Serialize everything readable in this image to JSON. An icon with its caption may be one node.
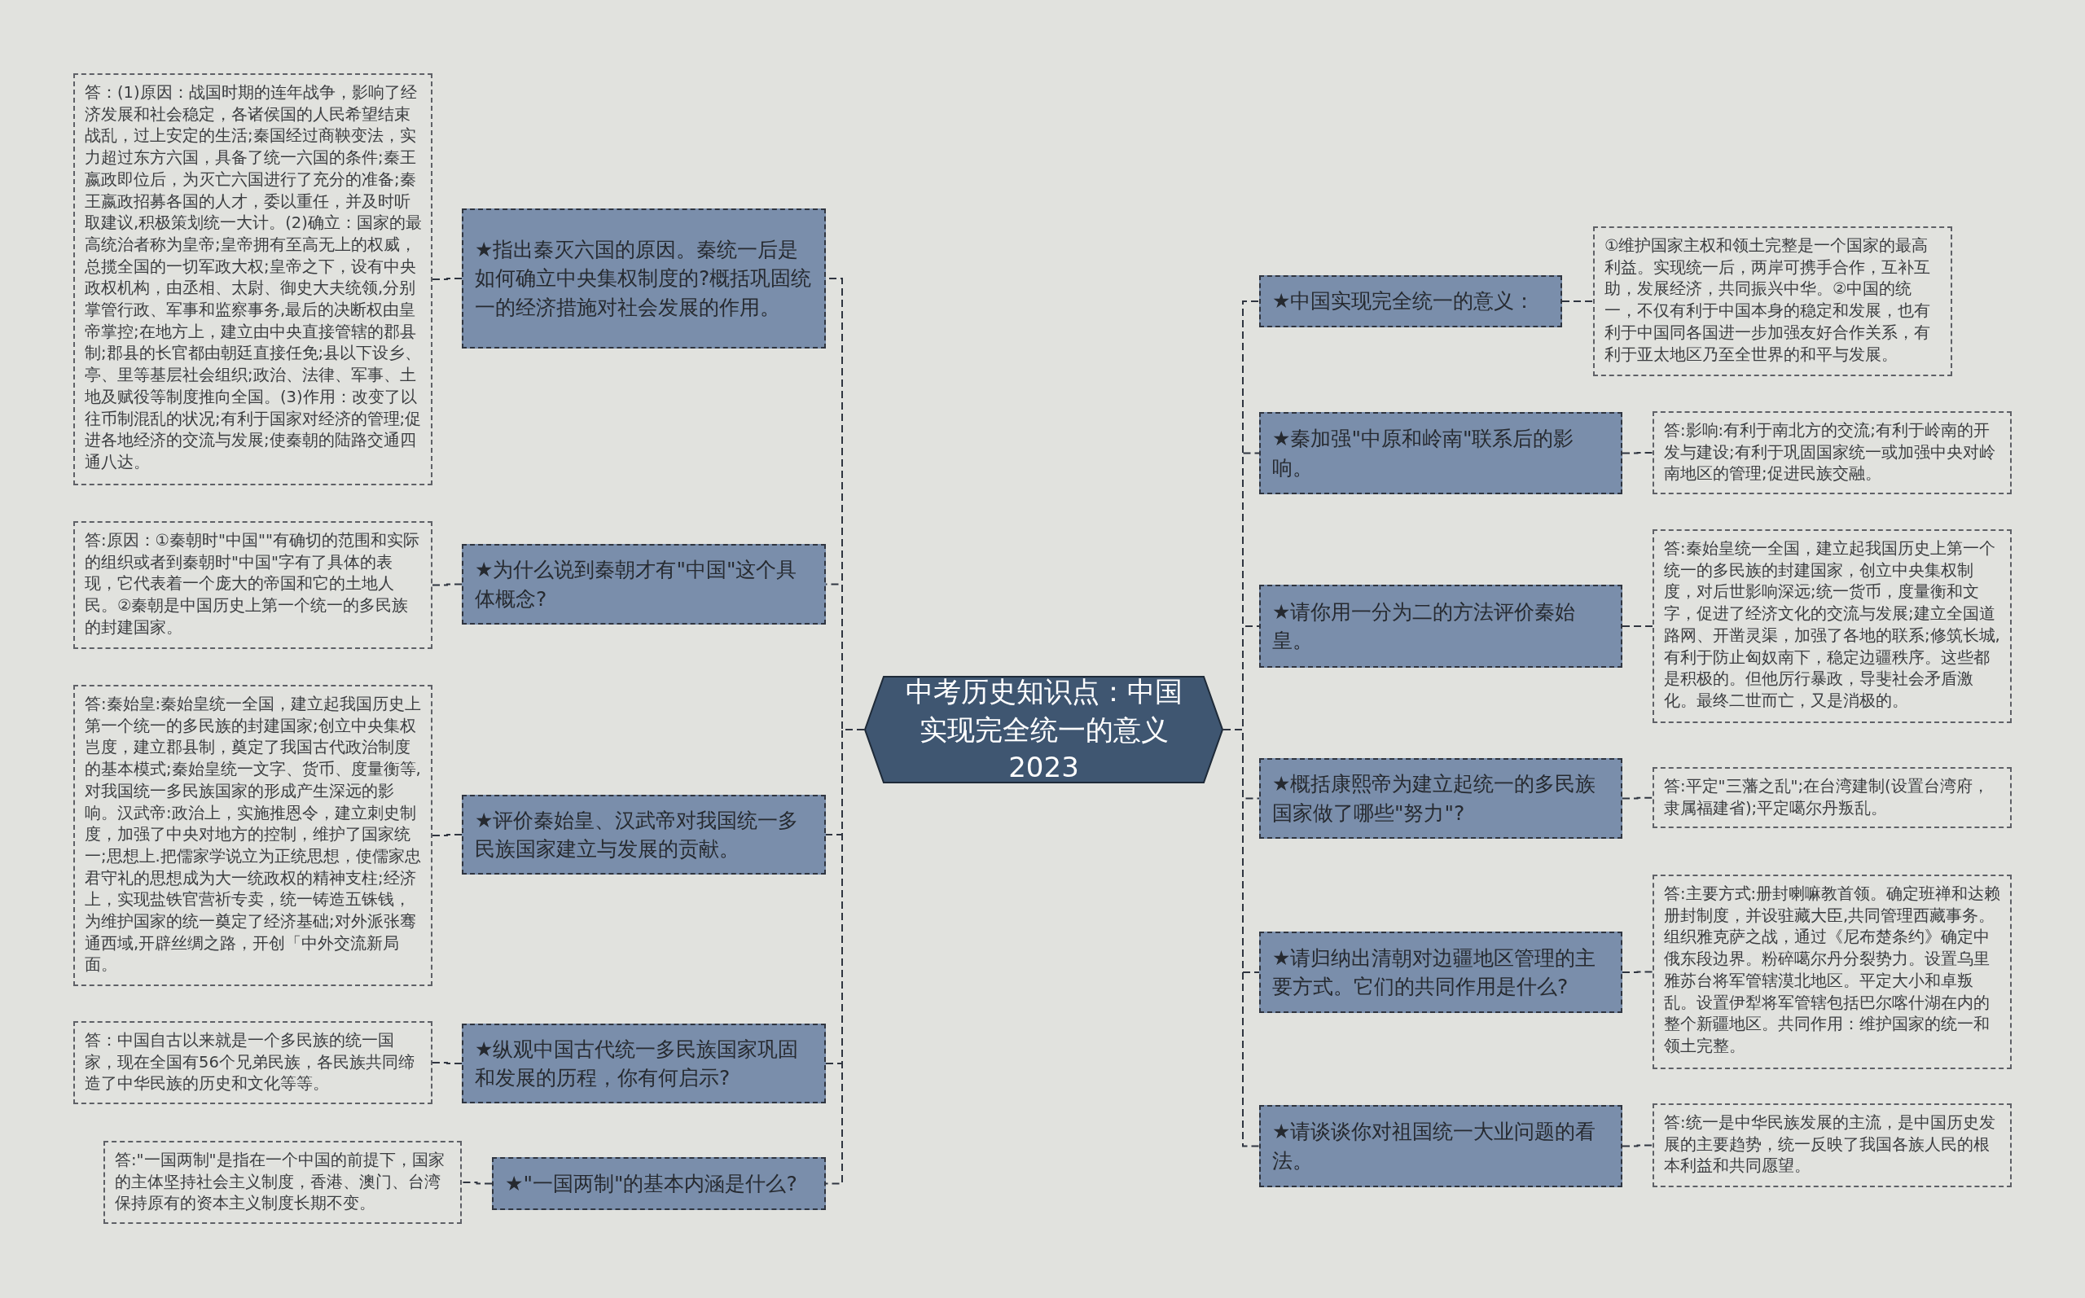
{
  "diagram": {
    "nodes": [
      {
        "text": [
          "中考历史知识点：中国实现完全统一的意义2023"
        ]
      },
      {
        "text": [
          "★指出秦灭六国的原因。秦统一后是如何确立中央集权制度的?概括巩固统一的经济措施对社会发展的作用。"
        ]
      },
      {
        "text": [
          "答：(1)原因：战国时期的连年战争，影响了经济发展和社会稳定，各诸侯国的人民希望结束战乱，过上安定的生活;秦国经过商鞅变法，实力超过东方六国，具备了统一六国的条件;秦王嬴政即位后，为灭亡六国进行了充分的准备;秦王嬴政招募各国的人才，委以重任，并及时听取建议,积极策划统一大计。(2)确立：国家的最高统治者称为皇帝;皇帝拥有至高无上的权威，总揽全国的一切军政大权;皇帝之下，设有中央政权机构，由丞相、太尉、御史大夫统领,分别掌管行政、军事和监察事务,最后的决断权由皇帝掌控;在地方上，建立由中央直接管辖的郡县制;郡县的长官都由朝廷直接任免;县以下设乡、亭、里等基层社会组织;政治、法律、军事、土地及赋役等制度推向全国。(3)作用：改变了以往币制混乱的状况;有利于国家对经济的管理;促进各地经济的交流与发展;使秦朝的陆路交通四通八达。"
        ]
      },
      {
        "text": [
          "★为什么说到秦朝才有\"中国\"这个具体概念?"
        ]
      },
      {
        "text": [
          "答:原因：①秦朝时\"中国\"\"有确切的范围和实际的组织或者到秦朝时\"中国\"字有了具体的表现，它代表着一个庞大的帝国和它的土地人民。②秦朝是中国历史上第一个统一的多民族的封建国家。"
        ]
      },
      {
        "text": [
          "★评价秦始皇、汉武帝对我国统一多民族国家建立与发展的贡献。"
        ]
      },
      {
        "text": [
          "答:秦始皇:秦始皇统一全国，建立起我国历史上第一个统一的多民族的封建国家;创立中央集权岂度，建立郡县制，奠定了我国古代政治制度的基本模式;秦始皇统一文字、货币、度量衡等,对我国统一多民族国家的形成产生深远的影响。汉武帝:政治上，实施推恩令，建立刺史制度，加强了中央对地方的控制，维护了国家统一;思想上.把儒家学说立为正统思想，使儒家忠君守礼的思想成为大一统政权的精神支柱;经济上，实现盐铁官营祈专卖，统一铸造五铢钱，为维护国家的统一奠定了经济基础;对外派张骞通西域,开辟丝绸之路，开创「中外交流新局面。"
        ]
      },
      {
        "text": [
          "★纵观中国古代统一多民族国家巩固和发展的历程，你有何启示?"
        ]
      },
      {
        "text": [
          "答：中国自古以来就是一个多民族的统一国家，现在全国有56个兄弟民族，各民族共同缔造了中华民族的历史和文化等等。"
        ]
      },
      {
        "text": [
          "★\"一国两制\"的基本内涵是什么?"
        ]
      },
      {
        "text": [
          "答:\"一国两制\"是指在一个中国的前提下，国家的主体坚持社会主义制度，香港、澳门、台湾保持原有的资本主义制度长期不变。"
        ]
      },
      {
        "text": [
          "★中国实现完全统一的意义："
        ]
      },
      {
        "text": [
          "①维护国家主权和领土完整是一个国家的最高利益。实现统一后，两岸可携手合作，互补互助，发展经济，共同振兴中华。②中国的统一，不仅有利于中国本身的稳定和发展，也有利于中国同各国进一步加强友好合作关系，有利于亚太地区乃至全世界的和平与发展。"
        ]
      },
      {
        "text": [
          "★秦加强\"中原和岭南\"联系后的影响。"
        ]
      },
      {
        "text": [
          "答:影响:有利于南北方的交流;有利于岭南的开发与建设;有利于巩固国家统一或加强中央对岭南地区的管理;促进民族交融。"
        ]
      },
      {
        "text": [
          "★请你用一分为二的方法评价秦始皇。"
        ]
      },
      {
        "text": [
          "答:秦始皇统一全国，建立起我国历史上第一个统一的多民族的封建国家，创立中央集权制度，对后世影响深远;统一货币，度量衡和文字，促进了经济文化的交流与发展;建立全国道路网、开凿灵渠，加强了各地的联系;修筑长城,有利于防止匈奴南下，稳定边疆秩序。这些都是积极的。但他厉行暴政，导斐社会矛盾激化。最终二世而亡，又是消极的。"
        ]
      },
      {
        "text": [
          "★概括康熙帝为建立起统一的多民族国家做了哪些\"努力\"?"
        ]
      },
      {
        "text": [
          "答:平定\"三藩之乱\";在台湾建制(设置台湾府，隶属福建省);平定噶尔丹叛乱。"
        ]
      },
      {
        "text": [
          "★请归纳出清朝对边疆地区管理的主要方式。它们的共同作用是什么?"
        ]
      },
      {
        "text": [
          "答:主要方式:册封喇嘛教首领。确定班禅和达赖册封制度，并设驻藏大臣,共同管理西藏事务。组织雅克萨之战，通过《尼布楚条约》确定中俄东段边界。粉碎噶尔丹分裂势力。设置乌里雅苏台将军管辖漠北地区。平定大小和卓叛乱。设置伊犁将军管辖包括巴尔喀什湖在内的整个新疆地区。共同作用：维护国家的统一和领土完整。"
        ]
      },
      {
        "text": [
          "★请谈谈你对祖国统一大业问题的看法。"
        ]
      },
      {
        "text": [
          "答:统一是中华民族发展的主流，是中国历史发展的主要趋势，统一反映了我国各族人民的根本利益和共同愿望。"
        ]
      }
    ],
    "edges": [
      {
        "from": 0,
        "to": 1,
        "arrow": "none",
        "style": "dashed"
      },
      {
        "from": 1,
        "to": 2,
        "arrow": "none",
        "style": "dashed"
      },
      {
        "from": 0,
        "to": 3,
        "arrow": "none",
        "style": "dashed"
      },
      {
        "from": 3,
        "to": 4,
        "arrow": "none",
        "style": "dashed"
      },
      {
        "from": 0,
        "to": 5,
        "arrow": "none",
        "style": "dashed"
      },
      {
        "from": 5,
        "to": 6,
        "arrow": "none",
        "style": "dashed"
      },
      {
        "from": 0,
        "to": 7,
        "arrow": "none",
        "style": "dashed"
      },
      {
        "from": 7,
        "to": 8,
        "arrow": "none",
        "style": "dashed"
      },
      {
        "from": 0,
        "to": 9,
        "arrow": "none",
        "style": "dashed"
      },
      {
        "from": 9,
        "to": 10,
        "arrow": "none",
        "style": "dashed"
      },
      {
        "from": 0,
        "to": 11,
        "arrow": "none",
        "style": "dashed"
      },
      {
        "from": 11,
        "to": 12,
        "arrow": "none",
        "style": "dashed"
      },
      {
        "from": 0,
        "to": 13,
        "arrow": "none",
        "style": "dashed"
      },
      {
        "from": 13,
        "to": 14,
        "arrow": "none",
        "style": "dashed"
      },
      {
        "from": 0,
        "to": 15,
        "arrow": "none",
        "style": "dashed"
      },
      {
        "from": 15,
        "to": 16,
        "arrow": "none",
        "style": "dashed"
      },
      {
        "from": 0,
        "to": 17,
        "arrow": "none",
        "style": "dashed"
      },
      {
        "from": 17,
        "to": 18,
        "arrow": "none",
        "style": "dashed"
      },
      {
        "from": 0,
        "to": 19,
        "arrow": "none",
        "style": "dashed"
      },
      {
        "from": 19,
        "to": 20,
        "arrow": "none",
        "style": "dashed"
      },
      {
        "from": 0,
        "to": 21,
        "arrow": "none",
        "style": "dashed"
      },
      {
        "from": 21,
        "to": 22,
        "arrow": "none",
        "style": "dashed"
      }
    ]
  }
}
